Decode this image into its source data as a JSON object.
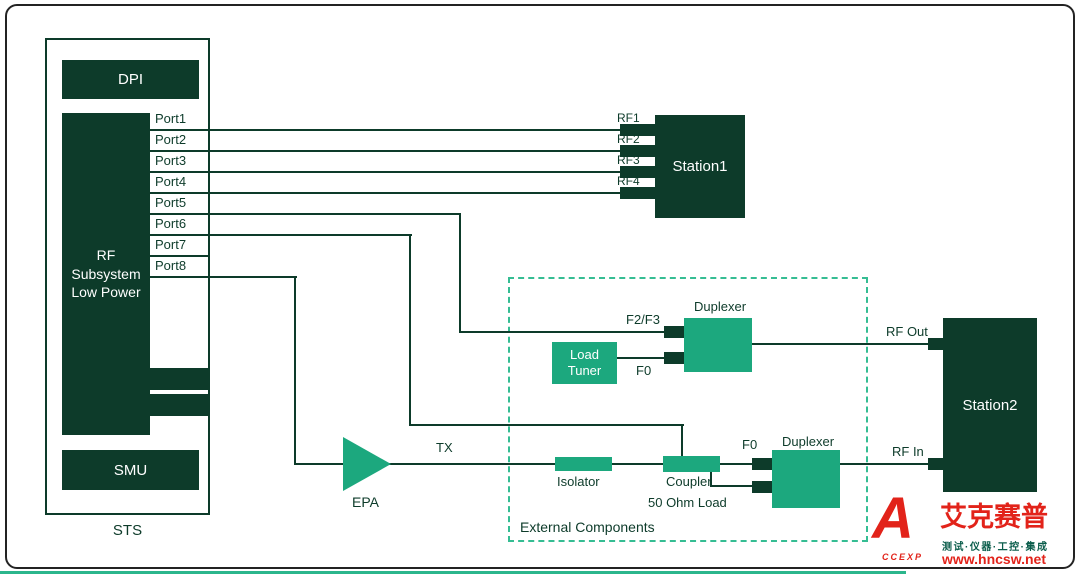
{
  "colors": {
    "dark_green": "#0D3B2A",
    "teal": "#1CA87E",
    "teal_light": "#35BD93",
    "logo_red": "#E2231A"
  },
  "sts": {
    "label": "STS",
    "dpi_label": "DPI",
    "smu_label": "SMU",
    "subsystem_line1": "RF",
    "subsystem_line2": "Subsystem",
    "subsystem_line3": "Low Power",
    "ports": [
      "Port1",
      "Port2",
      "Port3",
      "Port4",
      "Port5",
      "Port6",
      "Port7",
      "Port8"
    ]
  },
  "station1": {
    "label": "Station1",
    "rf_ports": [
      "RF1",
      "RF2",
      "RF3",
      "RF4"
    ]
  },
  "station2": {
    "label": "Station2",
    "rf_out_label": "RF Out",
    "rf_in_label": "RF In"
  },
  "external_box": {
    "label": "External Components"
  },
  "components": {
    "load_tuner_label": "Load Tuner",
    "duplexer_top_label": "Duplexer",
    "duplexer_bottom_label": "Duplexer",
    "f2f3_label": "F2/F3",
    "f0_top_label": "F0",
    "f0_bottom_label": "F0",
    "epa_label": "EPA",
    "tx_label": "TX",
    "isolator_label": "Isolator",
    "coupler_label": "Coupler",
    "fifty_ohm_label": "50 Ohm Load"
  },
  "watermark": {
    "mark_letter": "A",
    "mark_sub": "CCEXP",
    "brand_cn": "艾克赛普",
    "tagline": "测试·仪器·工控·集成",
    "url": "www.hncsw.net"
  }
}
